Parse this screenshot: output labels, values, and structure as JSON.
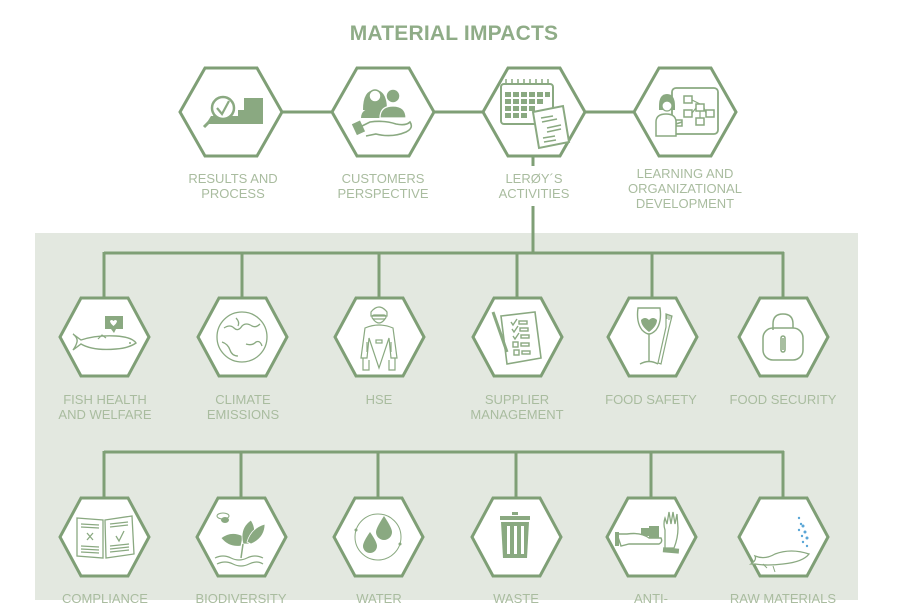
{
  "title": "MATERIAL IMPACTS",
  "colors": {
    "stroke": "#7f9f76",
    "icon_fill": "#8aa981",
    "label_text": "#a9bc9f",
    "title_text": "#8fac87",
    "panel_bg": "#e3e8e0",
    "hex_fill": "#ffffff",
    "accent_blue": "#5aa6d6"
  },
  "top_row": [
    {
      "label_lines": [
        "RESULTS AND",
        "PROCESS"
      ],
      "icon": "magnifier-check-chart-icon"
    },
    {
      "label_lines": [
        "CUSTOMERS",
        "PERSPECTIVE"
      ],
      "icon": "people-on-hand-icon"
    },
    {
      "label_lines": [
        "LERØY´S",
        "ACTIVITIES"
      ],
      "icon": "calendar-document-icon"
    },
    {
      "label_lines": [
        "LEARNING AND",
        "ORGANIZATIONAL",
        "DEVELOPMENT"
      ],
      "icon": "teacher-flowchart-icon"
    }
  ],
  "impact_row_1": [
    {
      "label_lines": [
        "FISH HEALTH",
        "AND WELFARE"
      ],
      "icon": "fish-heart-icon"
    },
    {
      "label_lines": [
        "CLIMATE",
        "EMISSIONS"
      ],
      "icon": "globe-icon"
    },
    {
      "label_lines": [
        "HSE"
      ],
      "icon": "worker-safety-gear-icon"
    },
    {
      "label_lines": [
        "SUPPLIER",
        "MANAGEMENT"
      ],
      "icon": "checklist-icon"
    },
    {
      "label_lines": [
        "FOOD SAFETY"
      ],
      "icon": "wineglass-fork-icon"
    },
    {
      "label_lines": [
        "FOOD SECURITY"
      ],
      "icon": "padlock-icon"
    }
  ],
  "impact_row_2": [
    {
      "label_lines": [
        "COMPLIANCE"
      ],
      "icon": "book-check-icon"
    },
    {
      "label_lines": [
        "BIODIVERSITY"
      ],
      "icon": "bee-leaves-icon"
    },
    {
      "label_lines": [
        "WATER"
      ],
      "icon": "water-drops-cycle-icon"
    },
    {
      "label_lines": [
        "WASTE"
      ],
      "icon": "trash-bin-icon"
    },
    {
      "label_lines": [
        "ANTI-"
      ],
      "icon": "bribe-hand-refuse-icon"
    },
    {
      "label_lines": [
        "RAW MATERIALS"
      ],
      "icon": "fish-bubbles-icon"
    }
  ]
}
